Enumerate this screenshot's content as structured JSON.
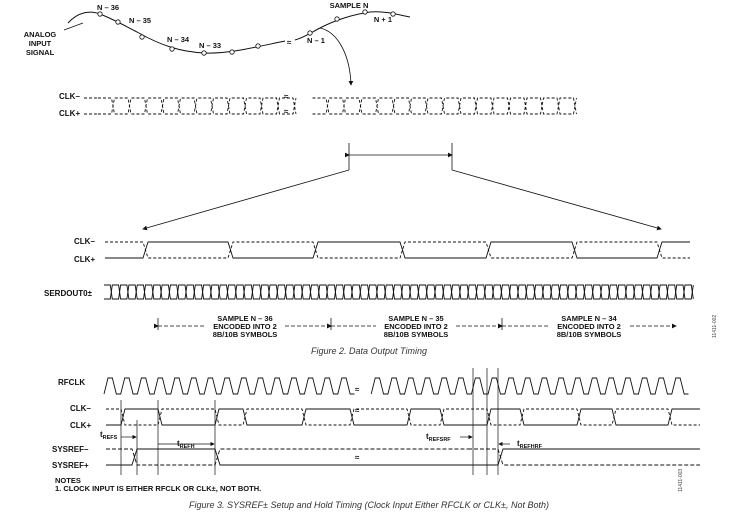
{
  "fig2": {
    "analog_label": [
      "ANALOG",
      "INPUT",
      "SIGNAL"
    ],
    "samples": [
      "N – 36",
      "N – 35",
      "N – 34",
      "N – 33",
      "N – 1",
      "SAMPLE N",
      "N + 1"
    ],
    "clk_minus": "CLK–",
    "clk_plus": "CLK+",
    "serdout": "SERDOUT0±",
    "blocks": [
      [
        "SAMPLE N – 36",
        "ENCODED INTO 2",
        "8B/10B SYMBOLS"
      ],
      [
        "SAMPLE N – 35",
        "ENCODED INTO 2",
        "8B/10B SYMBOLS"
      ],
      [
        "SAMPLE N – 34",
        "ENCODED INTO 2",
        "8B/10B SYMBOLS"
      ]
    ],
    "side_code": "11411-002",
    "caption": "Figure 2. Data Output Timing"
  },
  "fig3": {
    "rfclk": "RFCLK",
    "clk_minus": "CLK–",
    "clk_plus": "CLK+",
    "sysref_minus": "SYSREF–",
    "sysref_plus": "SYSREF+",
    "t_refs": {
      "main": "t",
      "sub": "REFS"
    },
    "t_refh": {
      "main": "t",
      "sub": "REFH"
    },
    "t_refsrf": {
      "main": "t",
      "sub": "REFSRF"
    },
    "t_refhrf": {
      "main": "t",
      "sub": "REFHRF"
    },
    "notes_title": "NOTES",
    "note_1": "1. CLOCK INPUT IS EITHER RFCLK OR CLK±, NOT BOTH.",
    "side_code": "11411-003",
    "caption": "Figure 3. SYSREF± Setup and Hold Timing (Clock Input Either RFCLK or CLK±, Not Both)"
  }
}
